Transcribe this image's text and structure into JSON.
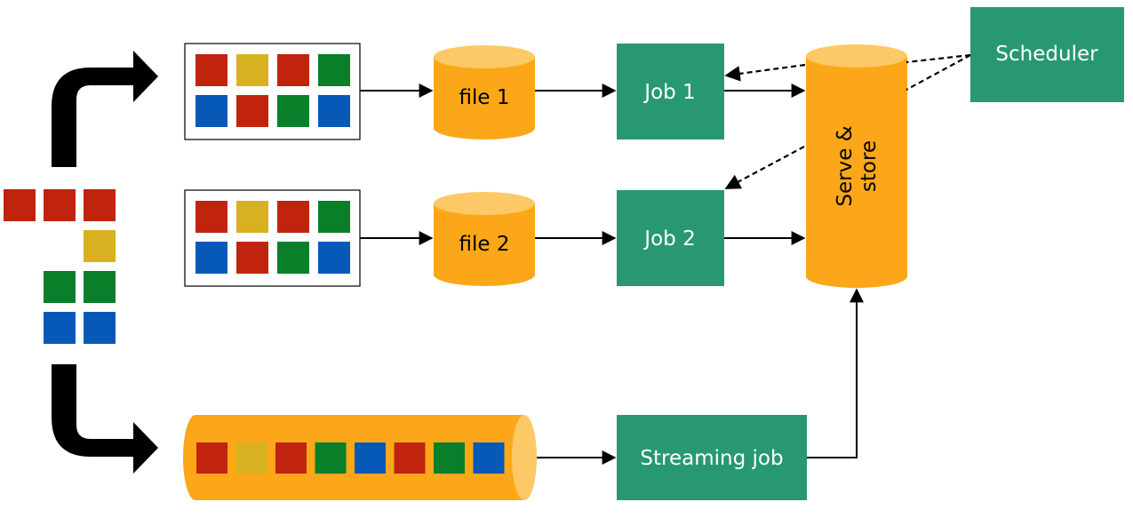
{
  "colors": {
    "red": "#c0240f",
    "yellow": "#d8b120",
    "green": "#0a7f2a",
    "blue": "#0759b8",
    "orange": "#fca719",
    "orange_top": "#fdc866",
    "teal": "#279873",
    "arrow": "#000000"
  },
  "labels": {
    "file1": "file 1",
    "file2": "file 2",
    "job1": "Job 1",
    "job2": "Job 2",
    "streaming_job": "Streaming job",
    "scheduler": "Scheduler",
    "serve_store_line1": "Serve &",
    "serve_store_line2": "store"
  },
  "batch_sequence": [
    "red",
    "yellow",
    "red",
    "green",
    "blue",
    "red",
    "green",
    "blue"
  ],
  "stream_sequence": [
    "red",
    "yellow",
    "red",
    "green",
    "blue",
    "red",
    "green",
    "blue"
  ],
  "source_grid": [
    [
      "red",
      "red",
      "red"
    ],
    [
      null,
      null,
      "yellow"
    ],
    [
      null,
      "green",
      "green"
    ],
    [
      null,
      "blue",
      "blue"
    ]
  ]
}
